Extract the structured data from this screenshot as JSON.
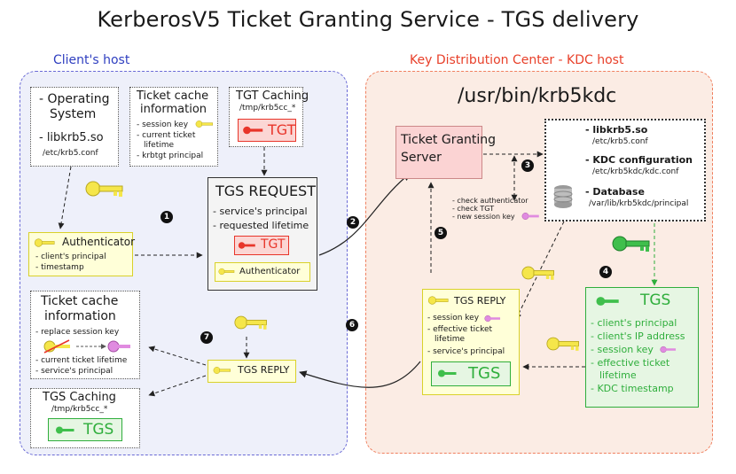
{
  "title": "KerberosV5 Ticket Granting Service - TGS delivery",
  "client": {
    "label": "Client's host",
    "os_box": {
      "line1": "- Operating",
      "line2": "System",
      "lib": "- libkrb5.so",
      "conf": "/etc/krb5.conf"
    },
    "ticket_cache": {
      "title1": "Ticket cache",
      "title2": "information",
      "items": [
        "- session key",
        "- current ticket",
        "lifetime",
        "- krbtgt principal"
      ]
    },
    "tgt_caching": {
      "title": "TGT Caching",
      "path": "/tmp/krb5cc_*",
      "ticket": "TGT"
    },
    "tgs_request": {
      "title": "TGS REQUEST",
      "items": [
        "- service's principal",
        "- requested lifetime"
      ],
      "ticket": "TGT",
      "auth": "Authenticator"
    },
    "authenticator": {
      "title": "Authenticator",
      "items": [
        "- client's principal",
        "- timestamp"
      ]
    },
    "cache_update": {
      "title1": "Ticket cache",
      "title2": "information",
      "replace": "- replace session key",
      "items": [
        "- current ticket lifetime",
        "- service's principal"
      ]
    },
    "tgs_caching": {
      "title": "TGS Caching",
      "path": "/tmp/krb5cc_*",
      "ticket": "TGS"
    },
    "tgs_reply": "TGS REPLY"
  },
  "kdc": {
    "label": "Key Distribution Center - KDC host",
    "binary": "/usr/bin/krb5kdc",
    "tgs_server": [
      "Ticket Granting",
      "Server"
    ],
    "config": {
      "lib": "- libkrb5.so",
      "lib_path": "/etc/krb5.conf",
      "kdc_conf": "- KDC configuration",
      "kdc_conf_path": "/etc/krb5kdc/kdc.conf",
      "db": "- Database",
      "db_path": "/var/lib/krb5kdc/principal"
    },
    "checks": [
      "- check authenticator",
      "- check TGT",
      "- new session key"
    ],
    "tgs_reply": {
      "title": "TGS REPLY",
      "items": [
        "- session key",
        "- effective ticket",
        "lifetime",
        "- service's principal"
      ],
      "ticket": "TGS"
    },
    "tgs_ticket": {
      "title": "TGS",
      "items": [
        "- client's principal",
        "- client's IP address",
        "- session key",
        "- effective ticket",
        "lifetime",
        "- KDC timestamp"
      ]
    }
  },
  "steps": [
    "1",
    "2",
    "3",
    "4",
    "5",
    "6",
    "7"
  ],
  "colors": {
    "client_region_border": "#6b6bd6",
    "client_region_fill": "#eef0fa",
    "client_label": "#2f3fc0",
    "kdc_region_border": "#f08060",
    "kdc_region_fill": "#fbece4",
    "kdc_label": "#e8402a",
    "tgt_red": "#e8352a",
    "tgt_fill": "#fbd6d4",
    "yellow_border": "#d9d12a",
    "yellow_fill": "#ffffd8",
    "green": "#2fae3c",
    "green_fill": "#e6f6e3",
    "tgs_server_fill": "#fbd3d3"
  }
}
